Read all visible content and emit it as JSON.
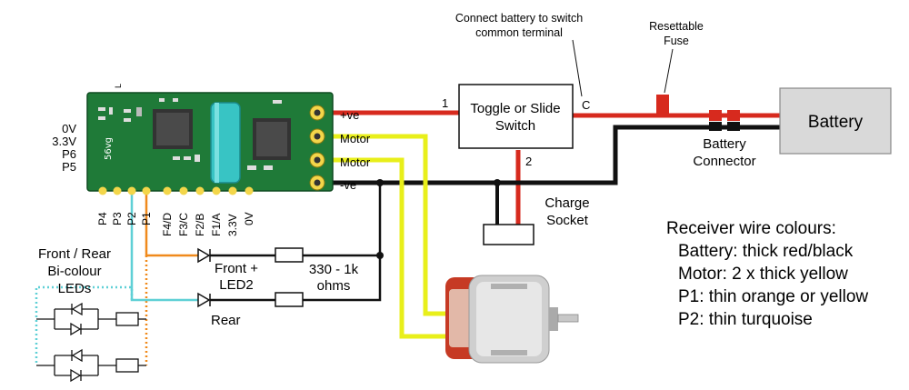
{
  "labels": {
    "connect_note_line1": "Connect battery to switch",
    "connect_note_line2": "common terminal",
    "fuse_line1": "Resettable",
    "fuse_line2": "Fuse",
    "battery": "Battery",
    "battery_connector_line1": "Battery",
    "battery_connector_line2": "Connector",
    "switch_line1": "Toggle or Slide",
    "switch_line2": "Switch",
    "switch_pin1": "1",
    "switch_pin2": "2",
    "switch_pinC": "C",
    "charge_socket_line1": "Charge",
    "charge_socket_line2": "Socket",
    "plus_ve": "+ve",
    "motor_a": "Motor",
    "motor_b": "Motor",
    "minus_ve": "-ve",
    "left_pins": [
      "0V",
      "3.3V",
      "P6",
      "P5"
    ],
    "bottom_pins": [
      "P4",
      "P3",
      "P2",
      "P1",
      "F4/D",
      "F3/C",
      "F2/B",
      "F1/A",
      "3.3V",
      "0V"
    ],
    "board_mark": "L",
    "board_id": "56vg",
    "front_rear_line1": "Front / Rear",
    "front_rear_line2": "Bi-colour",
    "front_rear_line3": "LEDs",
    "front_led_line1": "Front +",
    "front_led_line2": "LED2",
    "rear": "Rear",
    "resistor_line1": "330 - 1k",
    "resistor_line2": "ohms"
  },
  "notes": {
    "title": "Receiver wire colours:",
    "lines": [
      "Battery: thick red/black",
      "Motor: 2 x thick yellow",
      "P1: thin orange or yellow",
      "P2: thin turquoise"
    ]
  },
  "colors": {
    "red_wire": "#d72a1e",
    "black_wire": "#111111",
    "yellow_wire": "#e8ef1a",
    "orange_wire": "#f08a1c",
    "turquoise_wire": "#5fd0d6",
    "pcb": "#1f7a38",
    "battery_fill": "#d9d9d9"
  }
}
